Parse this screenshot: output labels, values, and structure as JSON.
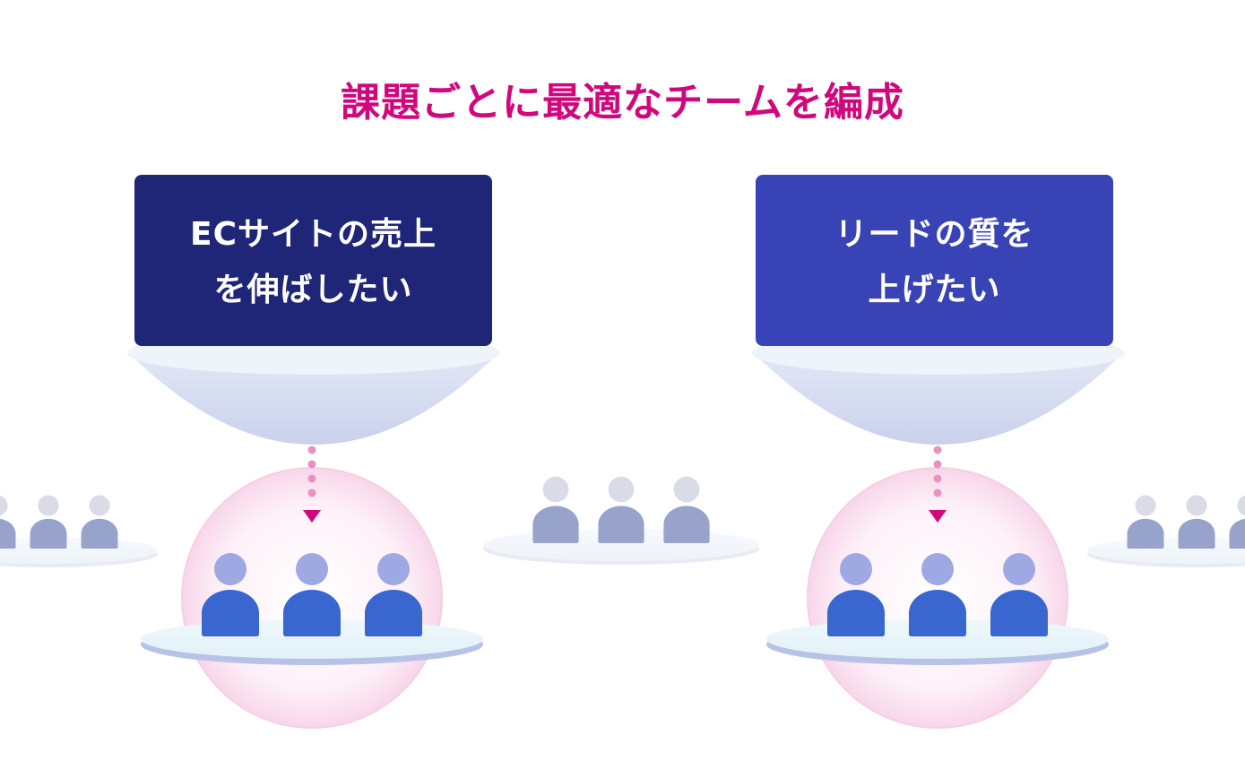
{
  "headline": {
    "text": "課題ごとに最適なチームを編成",
    "color": "#d1077c"
  },
  "goals": [
    {
      "line1": "ECサイトの売上",
      "line2": "を伸ばしたい",
      "color": "#202677"
    },
    {
      "line1": "リードの質を",
      "line2": "上げたい",
      "color": "#3843b5"
    }
  ],
  "colors": {
    "active_member": "#3a66cf",
    "active_head": "#9ea9e3",
    "idle_member": "#98a3cb",
    "idle_head": "#d9dbe7",
    "arrow": "#d1077c",
    "arrow_dots": "#e792c3",
    "bubble": "#fbe4f0",
    "platform": "#e7f4fb",
    "bowl": "#cfd7ee"
  },
  "icons": {
    "member": "person-icon",
    "arrow": "arrow-down-icon"
  }
}
